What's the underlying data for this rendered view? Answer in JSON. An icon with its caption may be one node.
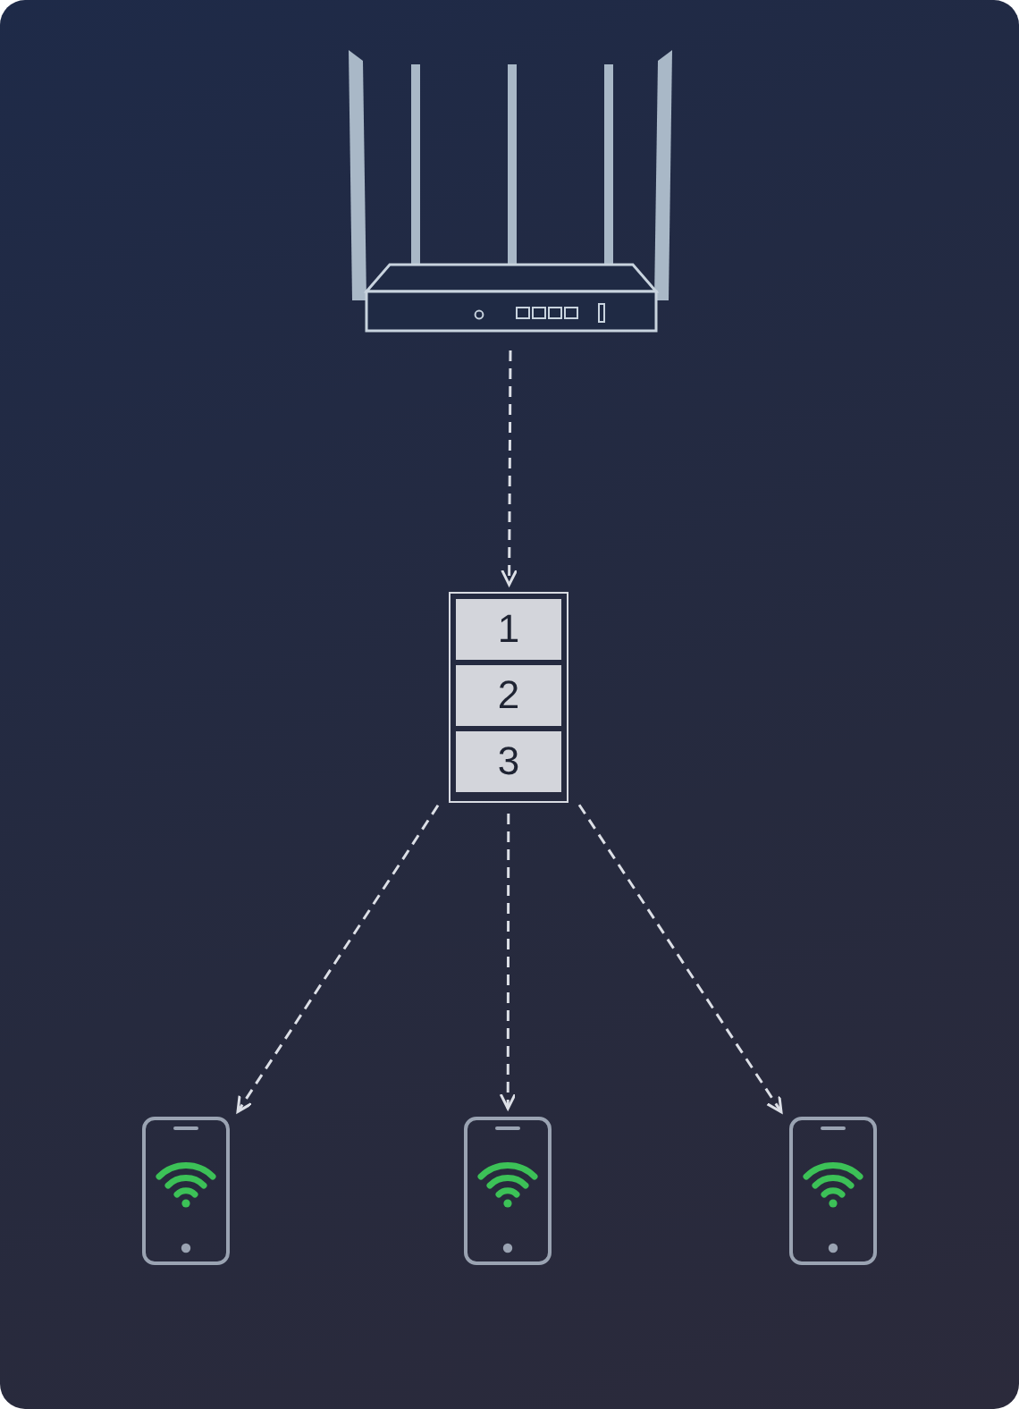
{
  "diagram": {
    "nodes": [
      {
        "text": [],
        "shape": "picture"
      },
      {
        "text": [],
        "shape": "box"
      },
      {
        "text": [
          "1"
        ],
        "in": 1
      },
      {
        "text": [
          "2"
        ],
        "in": 1
      },
      {
        "text": [
          "3"
        ],
        "in": 1
      },
      {
        "text": [],
        "shape": "picture"
      },
      {
        "text": [],
        "shape": "picture"
      },
      {
        "text": [],
        "shape": "picture"
      }
    ],
    "edges": [
      {
        "from": 0,
        "to": 1,
        "arrow": "to",
        "style": "dashed"
      },
      {
        "from": 1,
        "to": 5,
        "arrow": "to",
        "style": "dashed"
      },
      {
        "from": 1,
        "to": 6,
        "arrow": "to",
        "style": "dashed"
      },
      {
        "from": 1,
        "to": 7,
        "arrow": "to",
        "style": "dashed"
      }
    ]
  }
}
